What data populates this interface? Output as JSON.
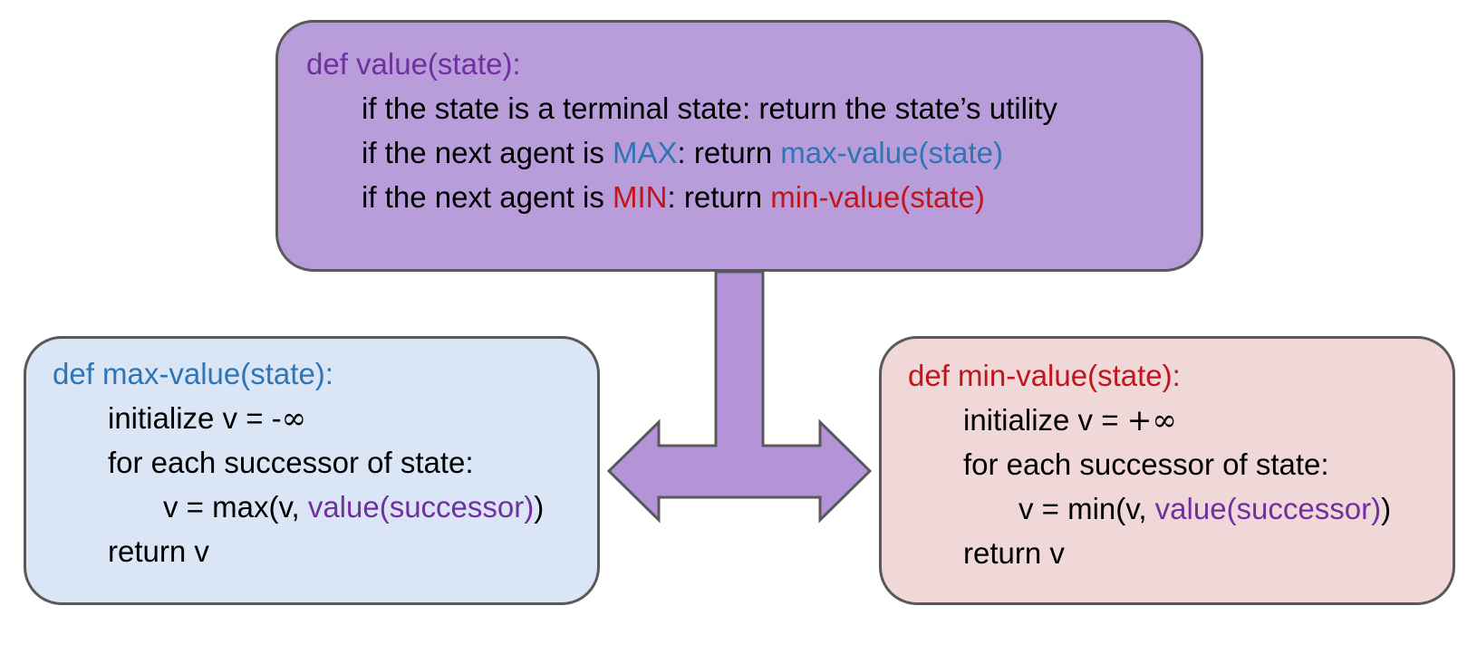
{
  "value_fn": {
    "def_line": "def value(state):",
    "terminal_line": "if the state is a terminal state: return the state’s utility",
    "max_prefix": "if the next agent is ",
    "max_agent": "MAX",
    "max_mid": ": return ",
    "max_call": "max-value(state)",
    "min_prefix": "if the next agent is ",
    "min_agent": "MIN",
    "min_mid": ": return ",
    "min_call": "min-value(state)"
  },
  "max_fn": {
    "def_line": "def max-value(state):",
    "init_prefix": "initialize v = -",
    "init_symbol": "∞",
    "loop_line": "for each successor of state:",
    "update_prefix": "v = max(v, ",
    "update_call": "value(successor)",
    "update_suffix": ")",
    "return_line": "return v"
  },
  "min_fn": {
    "def_line": "def min-value(state):",
    "init_prefix": "initialize v = ",
    "init_symbol": "+∞",
    "loop_line": "for each successor of state:",
    "update_prefix": "v = min(v, ",
    "update_call": "value(successor)",
    "update_suffix": ")",
    "return_line": "return v"
  },
  "colors": {
    "value_box": "#b99ddb",
    "max_box": "#dae5f5",
    "min_box": "#f0d8d8",
    "arrow_fill": "#b493d8",
    "border": "#595959",
    "purple_text": "#7030a0",
    "blue_text": "#2e75b6",
    "red_text": "#c0161b"
  }
}
